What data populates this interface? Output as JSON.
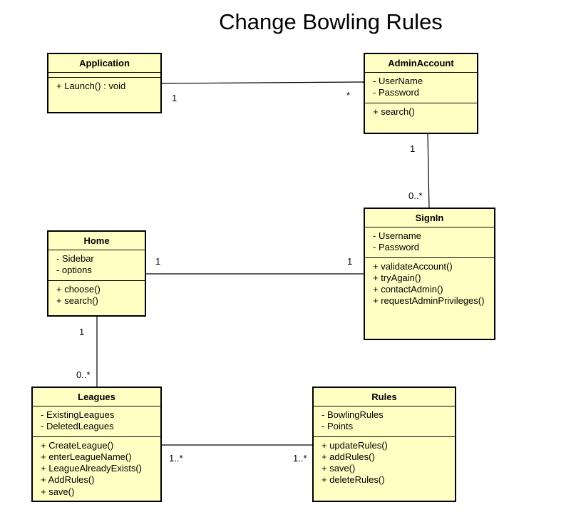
{
  "title": "Change Bowling Rules",
  "classes": {
    "application": {
      "name": "Application",
      "attributes": [],
      "methods": [
        "+ Launch() : void"
      ]
    },
    "admin_account": {
      "name": "AdminAccount",
      "attributes": [
        "- UserName",
        "- Password"
      ],
      "methods": [
        "+ search()"
      ]
    },
    "sign_in": {
      "name": "SignIn",
      "attributes": [
        "- Username",
        "- Password"
      ],
      "methods": [
        "+ validateAccount()",
        "+ tryAgain()",
        "+ contactAdmin()",
        "+ requestAdminPrivileges()"
      ]
    },
    "home": {
      "name": "Home",
      "attributes": [
        "- Sidebar",
        "- options"
      ],
      "methods": [
        "+ choose()",
        "+ search()"
      ]
    },
    "leagues": {
      "name": "Leagues",
      "attributes": [
        "- ExistingLeagues",
        "- DeletedLeagues"
      ],
      "methods": [
        "+ CreateLeague()",
        "+ enterLeagueName()",
        "+ LeagueAlreadyExists()",
        "+ AddRules()",
        "+ save()"
      ]
    },
    "rules": {
      "name": "Rules",
      "attributes": [
        "- BowlingRules",
        "- Points"
      ],
      "methods": [
        "+ updateRules()",
        "+ addRules()",
        "+ save()",
        "+ deleteRules()"
      ]
    }
  },
  "associations": {
    "application_admin": {
      "from": "Application",
      "to": "AdminAccount",
      "from_mult": "1",
      "to_mult": "*"
    },
    "admin_signin": {
      "from": "AdminAccount",
      "to": "SignIn",
      "from_mult": "1",
      "to_mult": "0..*"
    },
    "home_signin": {
      "from": "Home",
      "to": "SignIn",
      "from_mult": "1",
      "to_mult": "1"
    },
    "home_leagues": {
      "from": "Home",
      "to": "Leagues",
      "from_mult": "1",
      "to_mult": "0..*"
    },
    "leagues_rules": {
      "from": "Leagues",
      "to": "Rules",
      "from_mult": "1..*",
      "to_mult": "1..*"
    }
  }
}
